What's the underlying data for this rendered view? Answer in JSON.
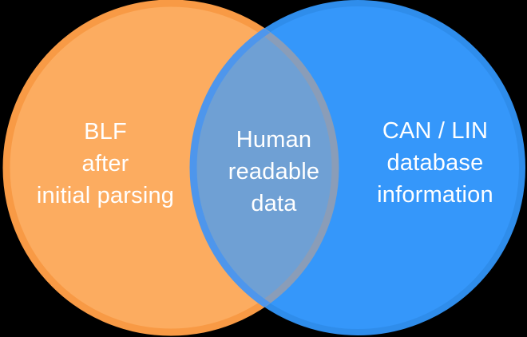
{
  "diagram": {
    "type": "venn",
    "background_color": "#000000",
    "text_color": "#FFFFFF",
    "left_set": {
      "name": "BLF after initial parsing",
      "lines": {
        "l1": "BLF",
        "l2": "after",
        "l3": "initial parsing"
      },
      "fill": "#FCAC60",
      "border": "#F89A45"
    },
    "right_set": {
      "name": "CAN / LIN database information",
      "lines": {
        "l1": "CAN / LIN",
        "l2": "database",
        "l3": "information"
      },
      "fill": "#3597FA",
      "border": "#2F8DEB"
    },
    "intersection": {
      "name": "Human readable data",
      "lines": {
        "l1": "Human",
        "l2": "readable",
        "l3": "data"
      },
      "fill": "#6FA0D4",
      "left_arc_color": "#4E96EC",
      "right_arc_color": "#8A9DB8"
    }
  }
}
